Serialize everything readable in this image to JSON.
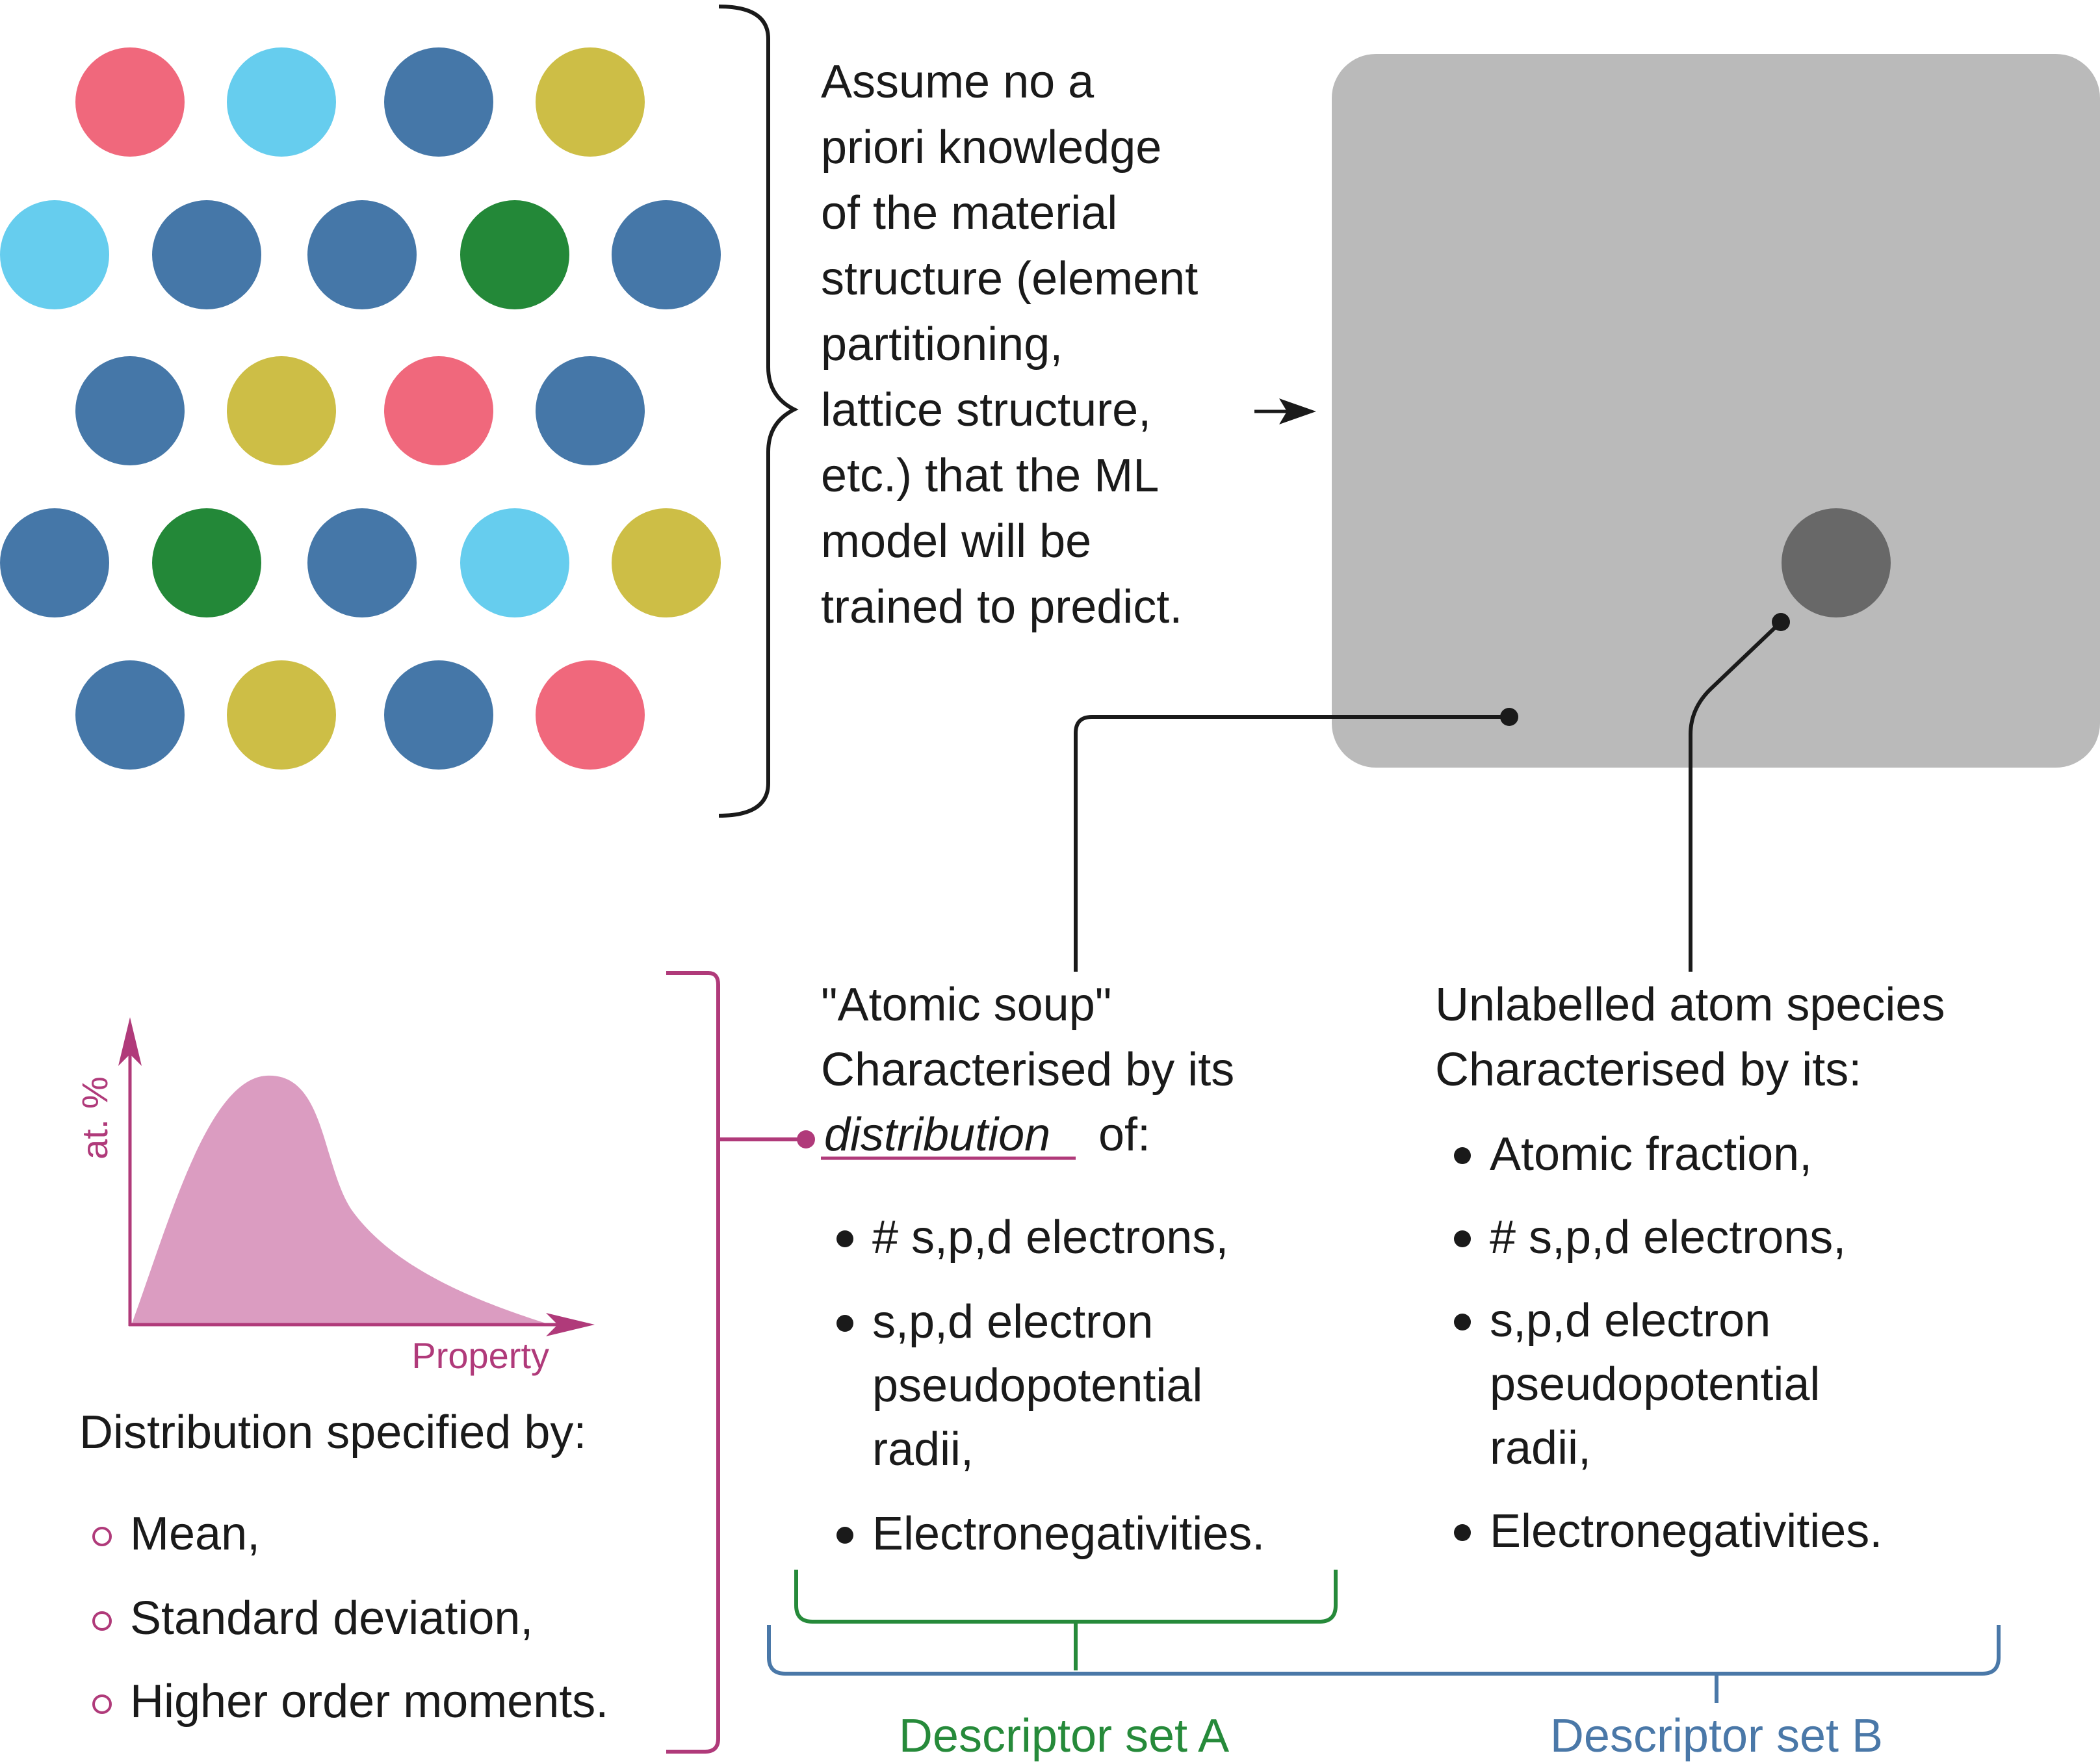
{
  "colors": {
    "pink": "#f0687c",
    "sky": "#66cdee",
    "blue": "#4577a8",
    "olive": "#cdbe46",
    "green": "#238838",
    "grey_box": "#bababa",
    "dark_atom": "#686868",
    "magenta": "#b03a7a",
    "curve_fill": "#db9cc1",
    "set_a": "#268a3a",
    "set_b": "#4a78a8"
  },
  "lattice": [
    [
      "pink",
      "sky",
      "blue",
      "olive"
    ],
    [
      "sky",
      "blue",
      "blue",
      "green",
      "blue"
    ],
    [
      "blue",
      "olive",
      "pink",
      "blue"
    ],
    [
      "blue",
      "green",
      "blue",
      "sky",
      "olive"
    ],
    [
      "blue",
      "olive",
      "blue",
      "pink"
    ]
  ],
  "assumption_text": [
    "Assume no a",
    "priori knowledge",
    "of the material",
    "structure (element",
    "partitioning,",
    "lattice structure,",
    "etc.) that the ML",
    "model will be",
    "trained to predict."
  ],
  "distribution_plot": {
    "y_label": "at. %",
    "x_label": "Property"
  },
  "distribution_spec": {
    "heading": "Distribution specified by:",
    "items": [
      "Mean,",
      "Standard deviation,",
      "Higher order moments."
    ]
  },
  "atomic_soup": {
    "title": "\"Atomic soup\"",
    "subtitle": "Characterised by its",
    "distribution_word": "distribution",
    "of_word": "of:",
    "items": [
      [
        "# s,p,d electrons,"
      ],
      [
        "s,p,d electron",
        "pseudopotential",
        "radii,"
      ],
      [
        "Electronegativities."
      ]
    ]
  },
  "unlabelled": {
    "title": "Unlabelled atom species",
    "subtitle": "Characterised by its:",
    "items": [
      [
        "Atomic fraction,"
      ],
      [
        "# s,p,d electrons,"
      ],
      [
        "s,p,d electron",
        "pseudopotential",
        "radii,"
      ],
      [
        "Electronegativities."
      ]
    ]
  },
  "descriptor_a": "Descriptor set A",
  "descriptor_b": "Descriptor set B"
}
